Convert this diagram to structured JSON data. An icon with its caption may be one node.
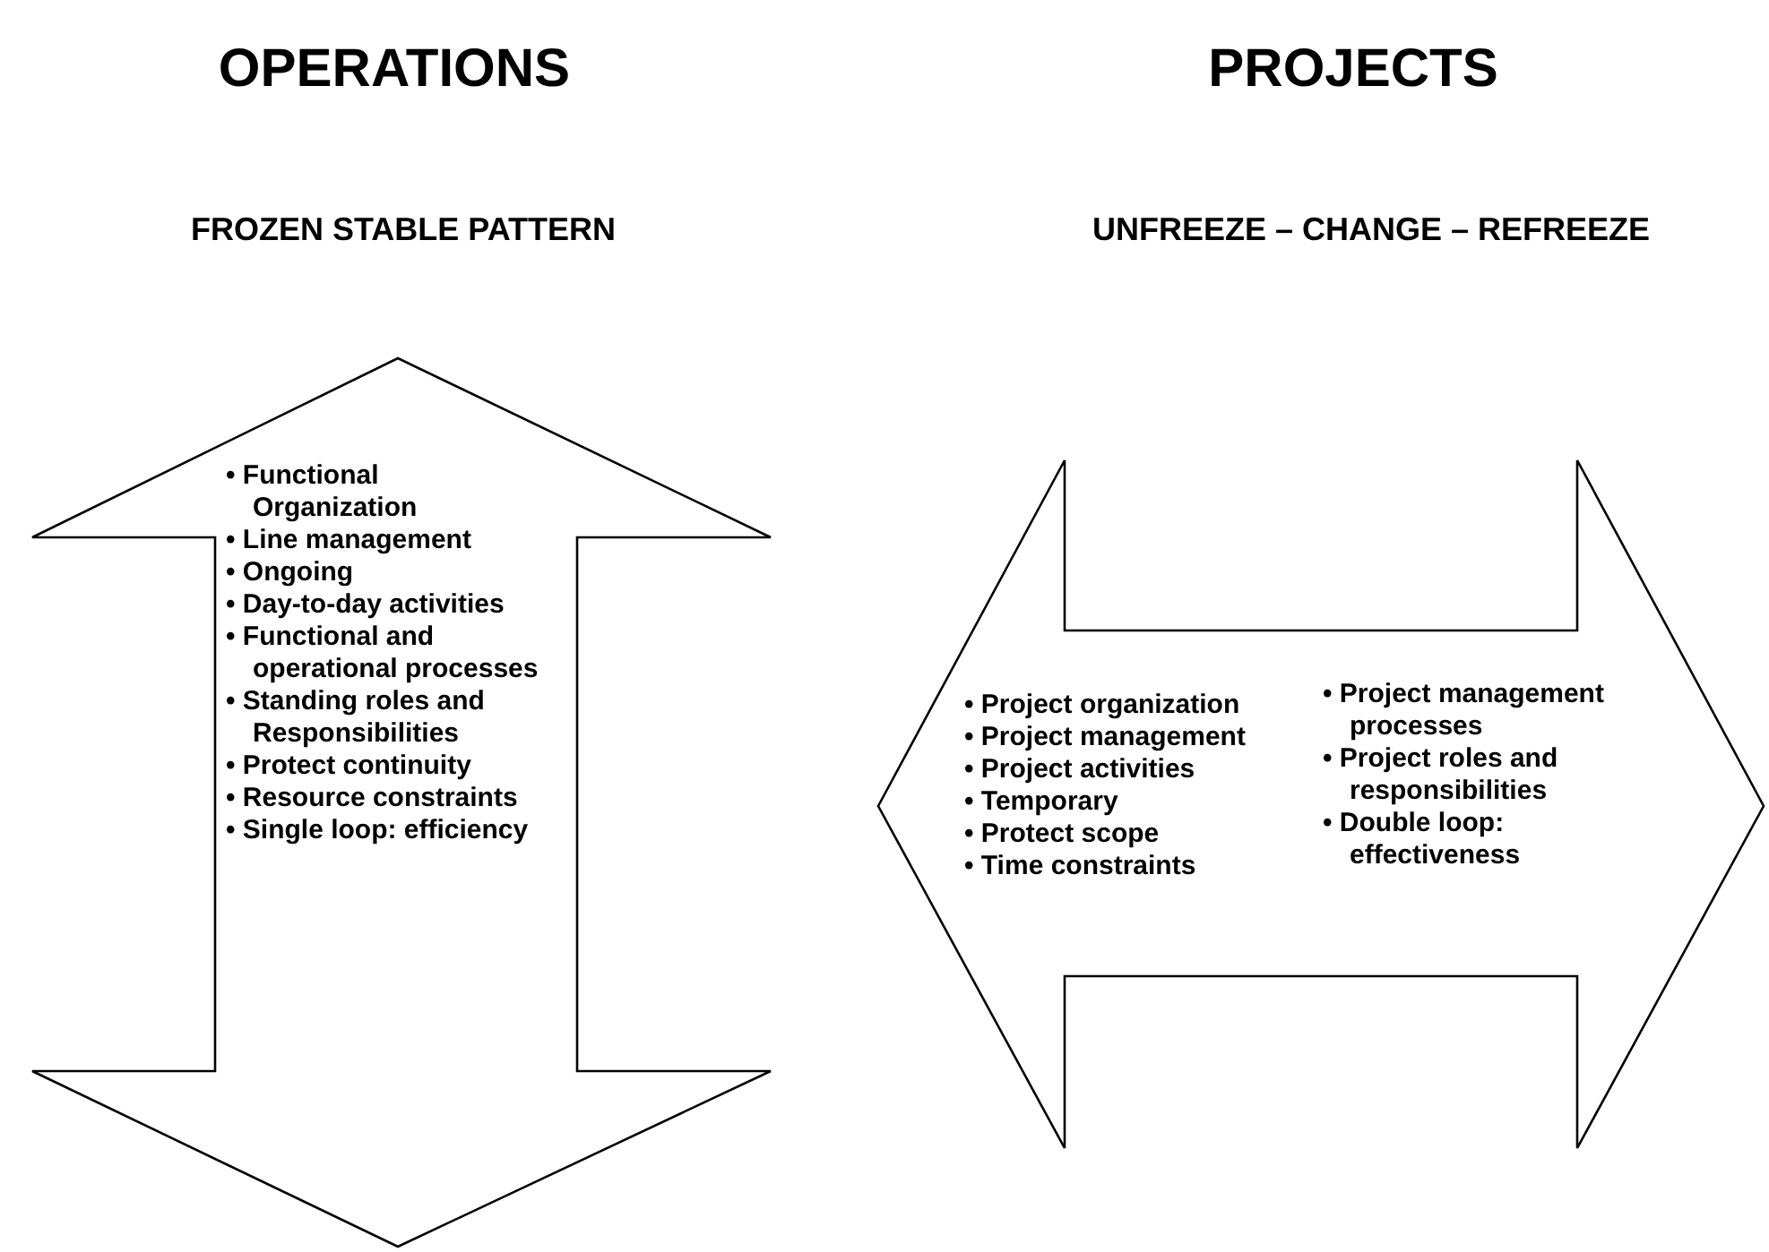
{
  "diagram": {
    "nodes": [
      {
        "text": [
          "• Functional Organization",
          "• Line management",
          "• Ongoing",
          "• Day-to-day activities",
          "• Functional and operational processes",
          "• Standing roles and Responsibilities",
          "• Protect continuity",
          "• Resource constraints",
          "• Single loop: efficiency"
        ]
      },
      {
        "text": [
          "• Project organization",
          "• Project management",
          "• Project activities",
          "• Temporary",
          "• Protect scope",
          "• Time constraints",
          "• Project management processes",
          "• Project roles and responsibilities",
          "• Double loop: effectiveness"
        ]
      }
    ],
    "labels": [
      "OPERATIONS",
      "PROJECTS",
      "FROZEN STABLE PATTERN",
      "UNFREEZE – CHANGE – REFREEZE"
    ]
  }
}
